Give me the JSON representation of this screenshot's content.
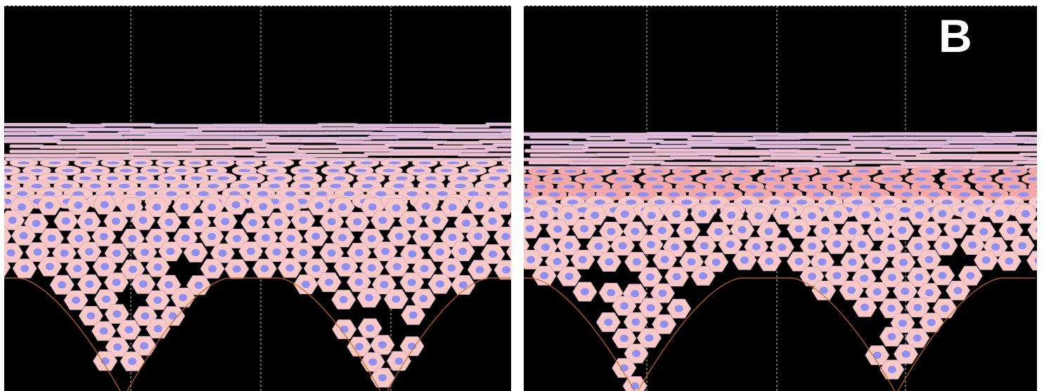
{
  "figure": {
    "panel_label": "B",
    "colors": {
      "background": "#000000",
      "gridline": "#cfcfcf",
      "cell_fill": "#f9c9c7",
      "cell_fill_deep": "#f7a7a4",
      "cell_edge": "#cfa6c4",
      "nucleus": "#8f8ff2",
      "basement_membrane": "#c8661e",
      "flattened_layer": "#e3bdd8"
    },
    "panels": [
      {
        "name": "left"
      },
      {
        "name": "right"
      }
    ]
  }
}
